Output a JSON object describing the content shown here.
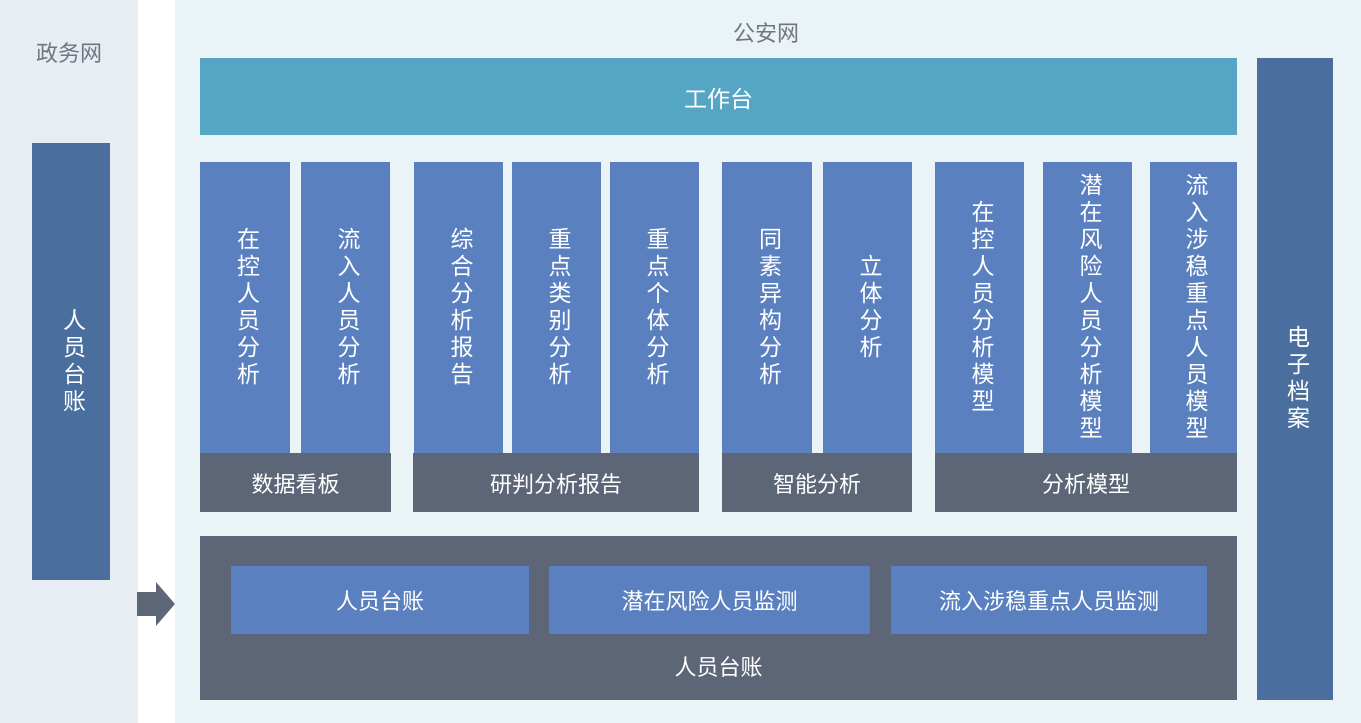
{
  "left_zone": {
    "title": "政务网",
    "bar_label": "人员台账"
  },
  "right_zone": {
    "title": "公安网"
  },
  "workbench": {
    "label": "工作台"
  },
  "archive": {
    "label": "电子档案"
  },
  "groups": [
    {
      "label": "数据看板",
      "items": [
        "在控人员分析",
        "流入人员分析"
      ]
    },
    {
      "label": "研判分析报告",
      "items": [
        "综合分析报告",
        "重点类别分析",
        "重点个体分析"
      ]
    },
    {
      "label": "智能分析",
      "items": [
        "同素异构分析",
        "立体分析"
      ]
    },
    {
      "label": "分析模型",
      "items": [
        "在控人员分析模型",
        "潜在风险人员分析模型",
        "流入涉稳重点人员模型"
      ]
    }
  ],
  "ledger": {
    "label": "人员台账",
    "items": [
      "人员台账",
      "潜在风险人员监测",
      "流入涉稳重点人员监测"
    ]
  },
  "colors": {
    "workbench": "#55a5c4",
    "module": "#5a80c0",
    "dark": "#5d6676",
    "side_bar": "#4a6e9d"
  }
}
